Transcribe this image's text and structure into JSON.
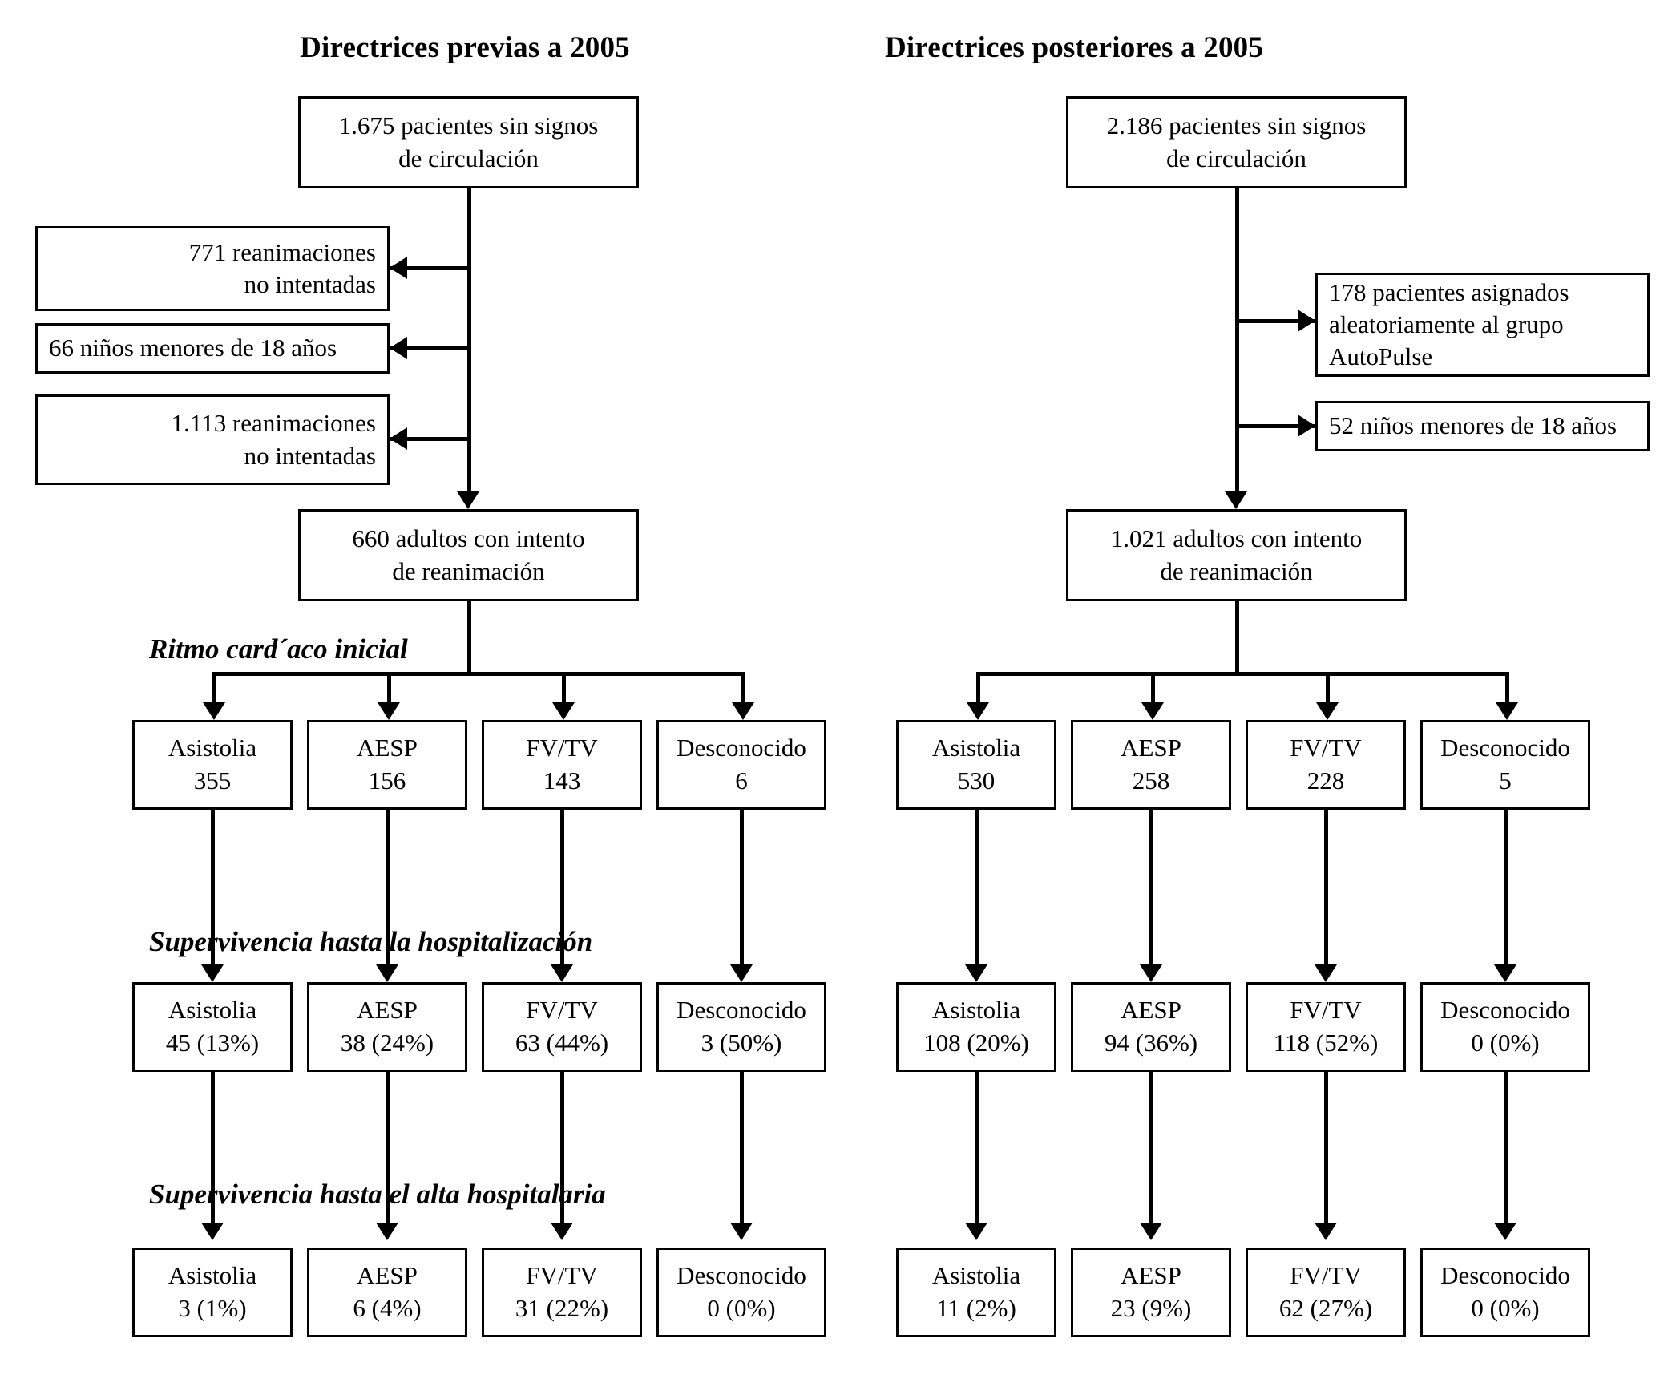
{
  "diagram": {
    "type": "flowchart",
    "title_left": "Directrices previas a 2005",
    "title_right": "Directrices posteriores a 2005",
    "stage_labels": {
      "rhythm": "Ritmo card´aco inicial",
      "survival_admission": "Supervivencia hasta la hospitalización",
      "survival_discharge": "Supervivencia hasta el alta hospitalaria"
    },
    "left": {
      "top_box": {
        "line1": "1.675 pacientes sin signos",
        "line2": "de circulación"
      },
      "exclusions": [
        {
          "line1": "771 reanimaciones",
          "line2": "no intentadas"
        },
        {
          "line1": "66 niños menores de 18 años",
          "line2": ""
        },
        {
          "line1": "1.113 reanimaciones",
          "line2": "no intentadas"
        }
      ],
      "cohort_box": {
        "line1": "660 adultos con intento",
        "line2": "de reanimación"
      },
      "rhythm_row": [
        {
          "label": "Asistolia",
          "value": "355"
        },
        {
          "label": "AESP",
          "value": "156"
        },
        {
          "label": "FV/TV",
          "value": "143"
        },
        {
          "label": "Desconocido",
          "value": "6"
        }
      ],
      "admission_row": [
        {
          "label": "Asistolia",
          "value": "45 (13%)"
        },
        {
          "label": "AESP",
          "value": "38 (24%)"
        },
        {
          "label": "FV/TV",
          "value": "63 (44%)"
        },
        {
          "label": "Desconocido",
          "value": "3 (50%)"
        }
      ],
      "discharge_row": [
        {
          "label": "Asistolia",
          "value": "3 (1%)"
        },
        {
          "label": "AESP",
          "value": "6 (4%)"
        },
        {
          "label": "FV/TV",
          "value": "31 (22%)"
        },
        {
          "label": "Desconocido",
          "value": "0 (0%)"
        }
      ]
    },
    "right": {
      "top_box": {
        "line1": "2.186 pacientes sin signos",
        "line2": "de circulación"
      },
      "exclusions": [
        {
          "line1": "178 pacientes asignados",
          "line2": "aleatoriamente al grupo",
          "line3": "AutoPulse"
        },
        {
          "line1": "52 niños menores de 18 años",
          "line2": "",
          "line3": ""
        }
      ],
      "cohort_box": {
        "line1": "1.021 adultos con intento",
        "line2": "de reanimación"
      },
      "rhythm_row": [
        {
          "label": "Asistolia",
          "value": "530"
        },
        {
          "label": "AESP",
          "value": "258"
        },
        {
          "label": "FV/TV",
          "value": "228"
        },
        {
          "label": "Desconocido",
          "value": "5"
        }
      ],
      "admission_row": [
        {
          "label": "Asistolia",
          "value": "108 (20%)"
        },
        {
          "label": "AESP",
          "value": "94 (36%)"
        },
        {
          "label": "FV/TV",
          "value": "118 (52%)"
        },
        {
          "label": "Desconocido",
          "value": "0 (0%)"
        }
      ],
      "discharge_row": [
        {
          "label": "Asistolia",
          "value": "11 (2%)"
        },
        {
          "label": "AESP",
          "value": "23 (9%)"
        },
        {
          "label": "FV/TV",
          "value": "62 (27%)"
        },
        {
          "label": "Desconocido",
          "value": "0 (0%)"
        }
      ]
    }
  }
}
